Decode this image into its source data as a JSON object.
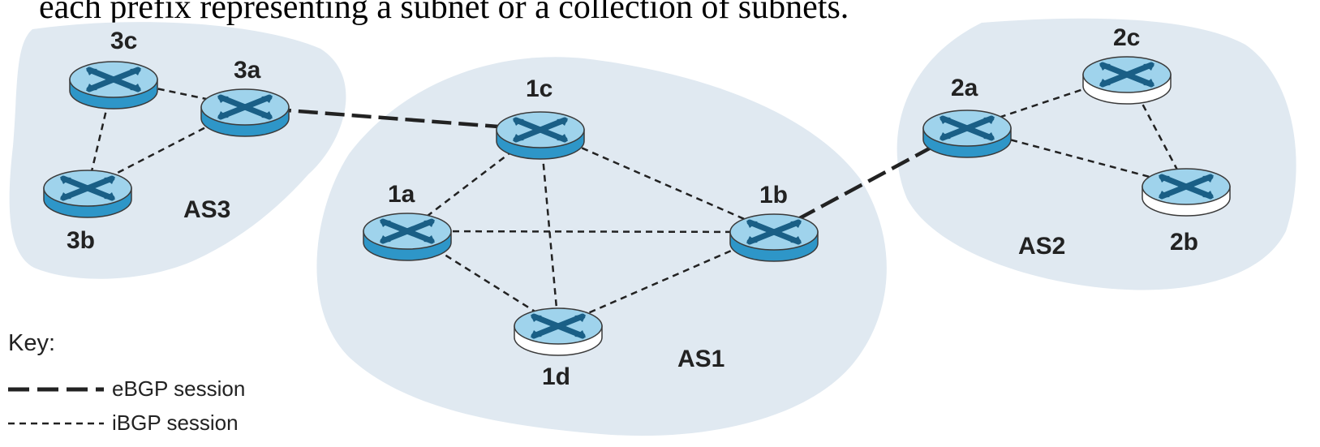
{
  "caption": "each prefix representing a subnet or a collection of subnets.",
  "colors": {
    "as_region": "#e0e9f1",
    "router_top": "#9fd3ec",
    "router_side": "#2e96c8",
    "router_pale_side": "#ffffff",
    "router_x": "#1a5f86",
    "ebgp": "#222222",
    "ibgp": "#222222"
  },
  "autonomous_systems": [
    {
      "id": "as3",
      "label": "AS3"
    },
    {
      "id": "as1",
      "label": "AS1"
    },
    {
      "id": "as2",
      "label": "AS2"
    }
  ],
  "routers": [
    {
      "id": "3c",
      "label": "3c",
      "style": "full"
    },
    {
      "id": "3a",
      "label": "3a",
      "style": "full"
    },
    {
      "id": "3b",
      "label": "3b",
      "style": "full"
    },
    {
      "id": "1c",
      "label": "1c",
      "style": "full"
    },
    {
      "id": "1a",
      "label": "1a",
      "style": "full"
    },
    {
      "id": "1b",
      "label": "1b",
      "style": "full"
    },
    {
      "id": "1d",
      "label": "1d",
      "style": "pale"
    },
    {
      "id": "2a",
      "label": "2a",
      "style": "full"
    },
    {
      "id": "2c",
      "label": "2c",
      "style": "pale"
    },
    {
      "id": "2b",
      "label": "2b",
      "style": "pale"
    }
  ],
  "links": [
    {
      "from": "3a",
      "to": "1c",
      "type": "eBGP"
    },
    {
      "from": "1b",
      "to": "2a",
      "type": "eBGP"
    },
    {
      "from": "3c",
      "to": "3a",
      "type": "iBGP"
    },
    {
      "from": "3c",
      "to": "3b",
      "type": "iBGP"
    },
    {
      "from": "3b",
      "to": "3a",
      "type": "iBGP"
    },
    {
      "from": "1c",
      "to": "1a",
      "type": "iBGP"
    },
    {
      "from": "1c",
      "to": "1b",
      "type": "iBGP"
    },
    {
      "from": "1c",
      "to": "1d",
      "type": "iBGP"
    },
    {
      "from": "1a",
      "to": "1b",
      "type": "iBGP"
    },
    {
      "from": "1a",
      "to": "1d",
      "type": "iBGP"
    },
    {
      "from": "1d",
      "to": "1b",
      "type": "iBGP"
    },
    {
      "from": "2a",
      "to": "2c",
      "type": "iBGP"
    },
    {
      "from": "2a",
      "to": "2b",
      "type": "iBGP"
    },
    {
      "from": "2c",
      "to": "2b",
      "type": "iBGP"
    }
  ],
  "key": {
    "title": "Key:",
    "ebgp_label": "eBGP session",
    "ibgp_label": "iBGP session"
  }
}
